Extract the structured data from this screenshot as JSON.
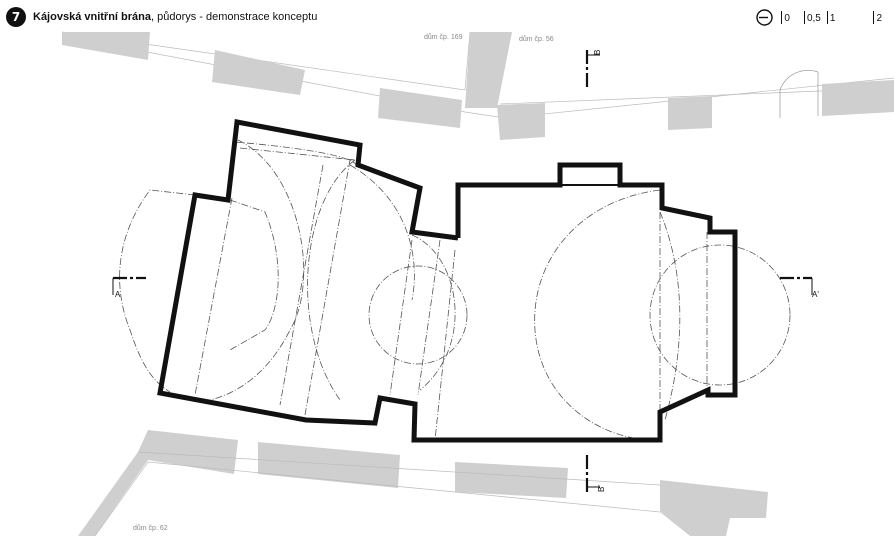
{
  "header": {
    "number": "7",
    "title_bold": "Kájovská vnitřní brána",
    "title_rest": ", půdorys - demonstrace konceptu"
  },
  "scale_bar": {
    "north_icon": "north-arrow-icon",
    "ticks": [
      "0",
      "0,5",
      "1",
      "2"
    ]
  },
  "labels": {
    "house_169": "dům čp. 169",
    "house_56": "dům čp. 56",
    "house_62": "dům čp. 62"
  },
  "sections": {
    "a_left": "A",
    "a_right": "A'",
    "b_top": "B",
    "b_bottom": "B'"
  },
  "colors": {
    "walls": "#cfcfcf",
    "outline": "#111111",
    "vault_lines": "#555555"
  }
}
